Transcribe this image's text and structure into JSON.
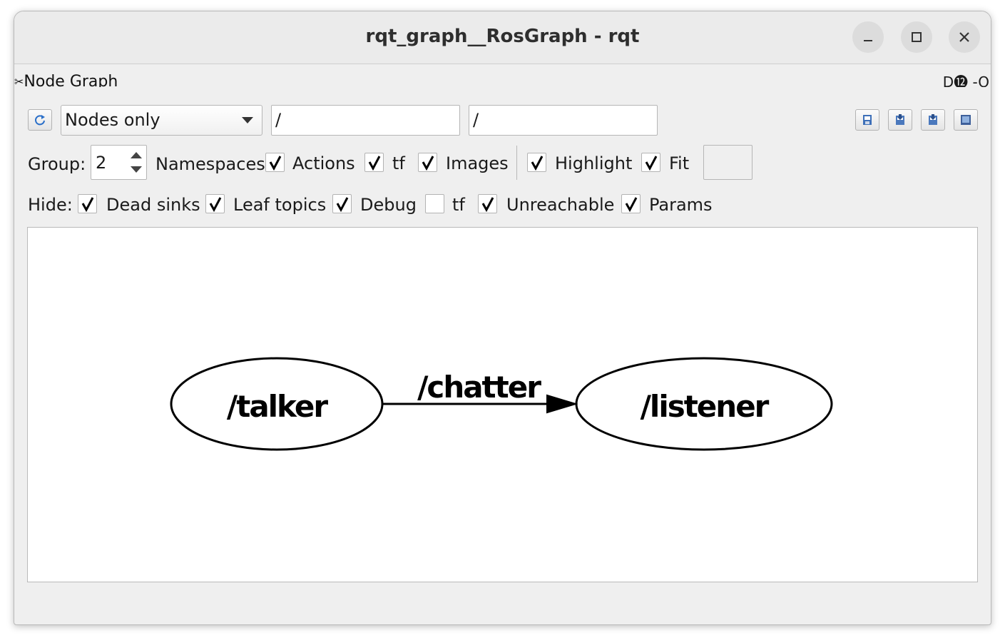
{
  "window": {
    "title": "rqt_graph__RosGraph - rqt"
  },
  "plugin": {
    "title": "Node Graph",
    "right_controls": "D⓬ -O"
  },
  "toolbar": {
    "display_mode": "Nodes only",
    "node_filter": "/",
    "topic_filter": "/"
  },
  "options": {
    "group_label": "Group:",
    "group_value": "2",
    "namespaces_label": "Namespaces",
    "actions_label": "Actions",
    "tf_label": "tf",
    "images_label": "Images",
    "highlight_label": "Highlight",
    "fit_label": "Fit"
  },
  "hide": {
    "hide_label": "Hide:",
    "dead_sinks_label": "Dead sinks",
    "leaf_topics_label": "Leaf topics",
    "debug_label": "Debug",
    "tf_label": "tf",
    "unreachable_label": "Unreachable",
    "params_label": "Params"
  },
  "graph": {
    "nodes": [
      {
        "label": "/talker"
      },
      {
        "label": "/listener"
      }
    ],
    "edge_label": "/chatter"
  },
  "icons": {
    "refresh": "refresh-icon",
    "load": "load-icon",
    "save_dot": "save-dot-icon",
    "save_svg": "save-svg-icon",
    "save_image": "save-image-icon"
  }
}
